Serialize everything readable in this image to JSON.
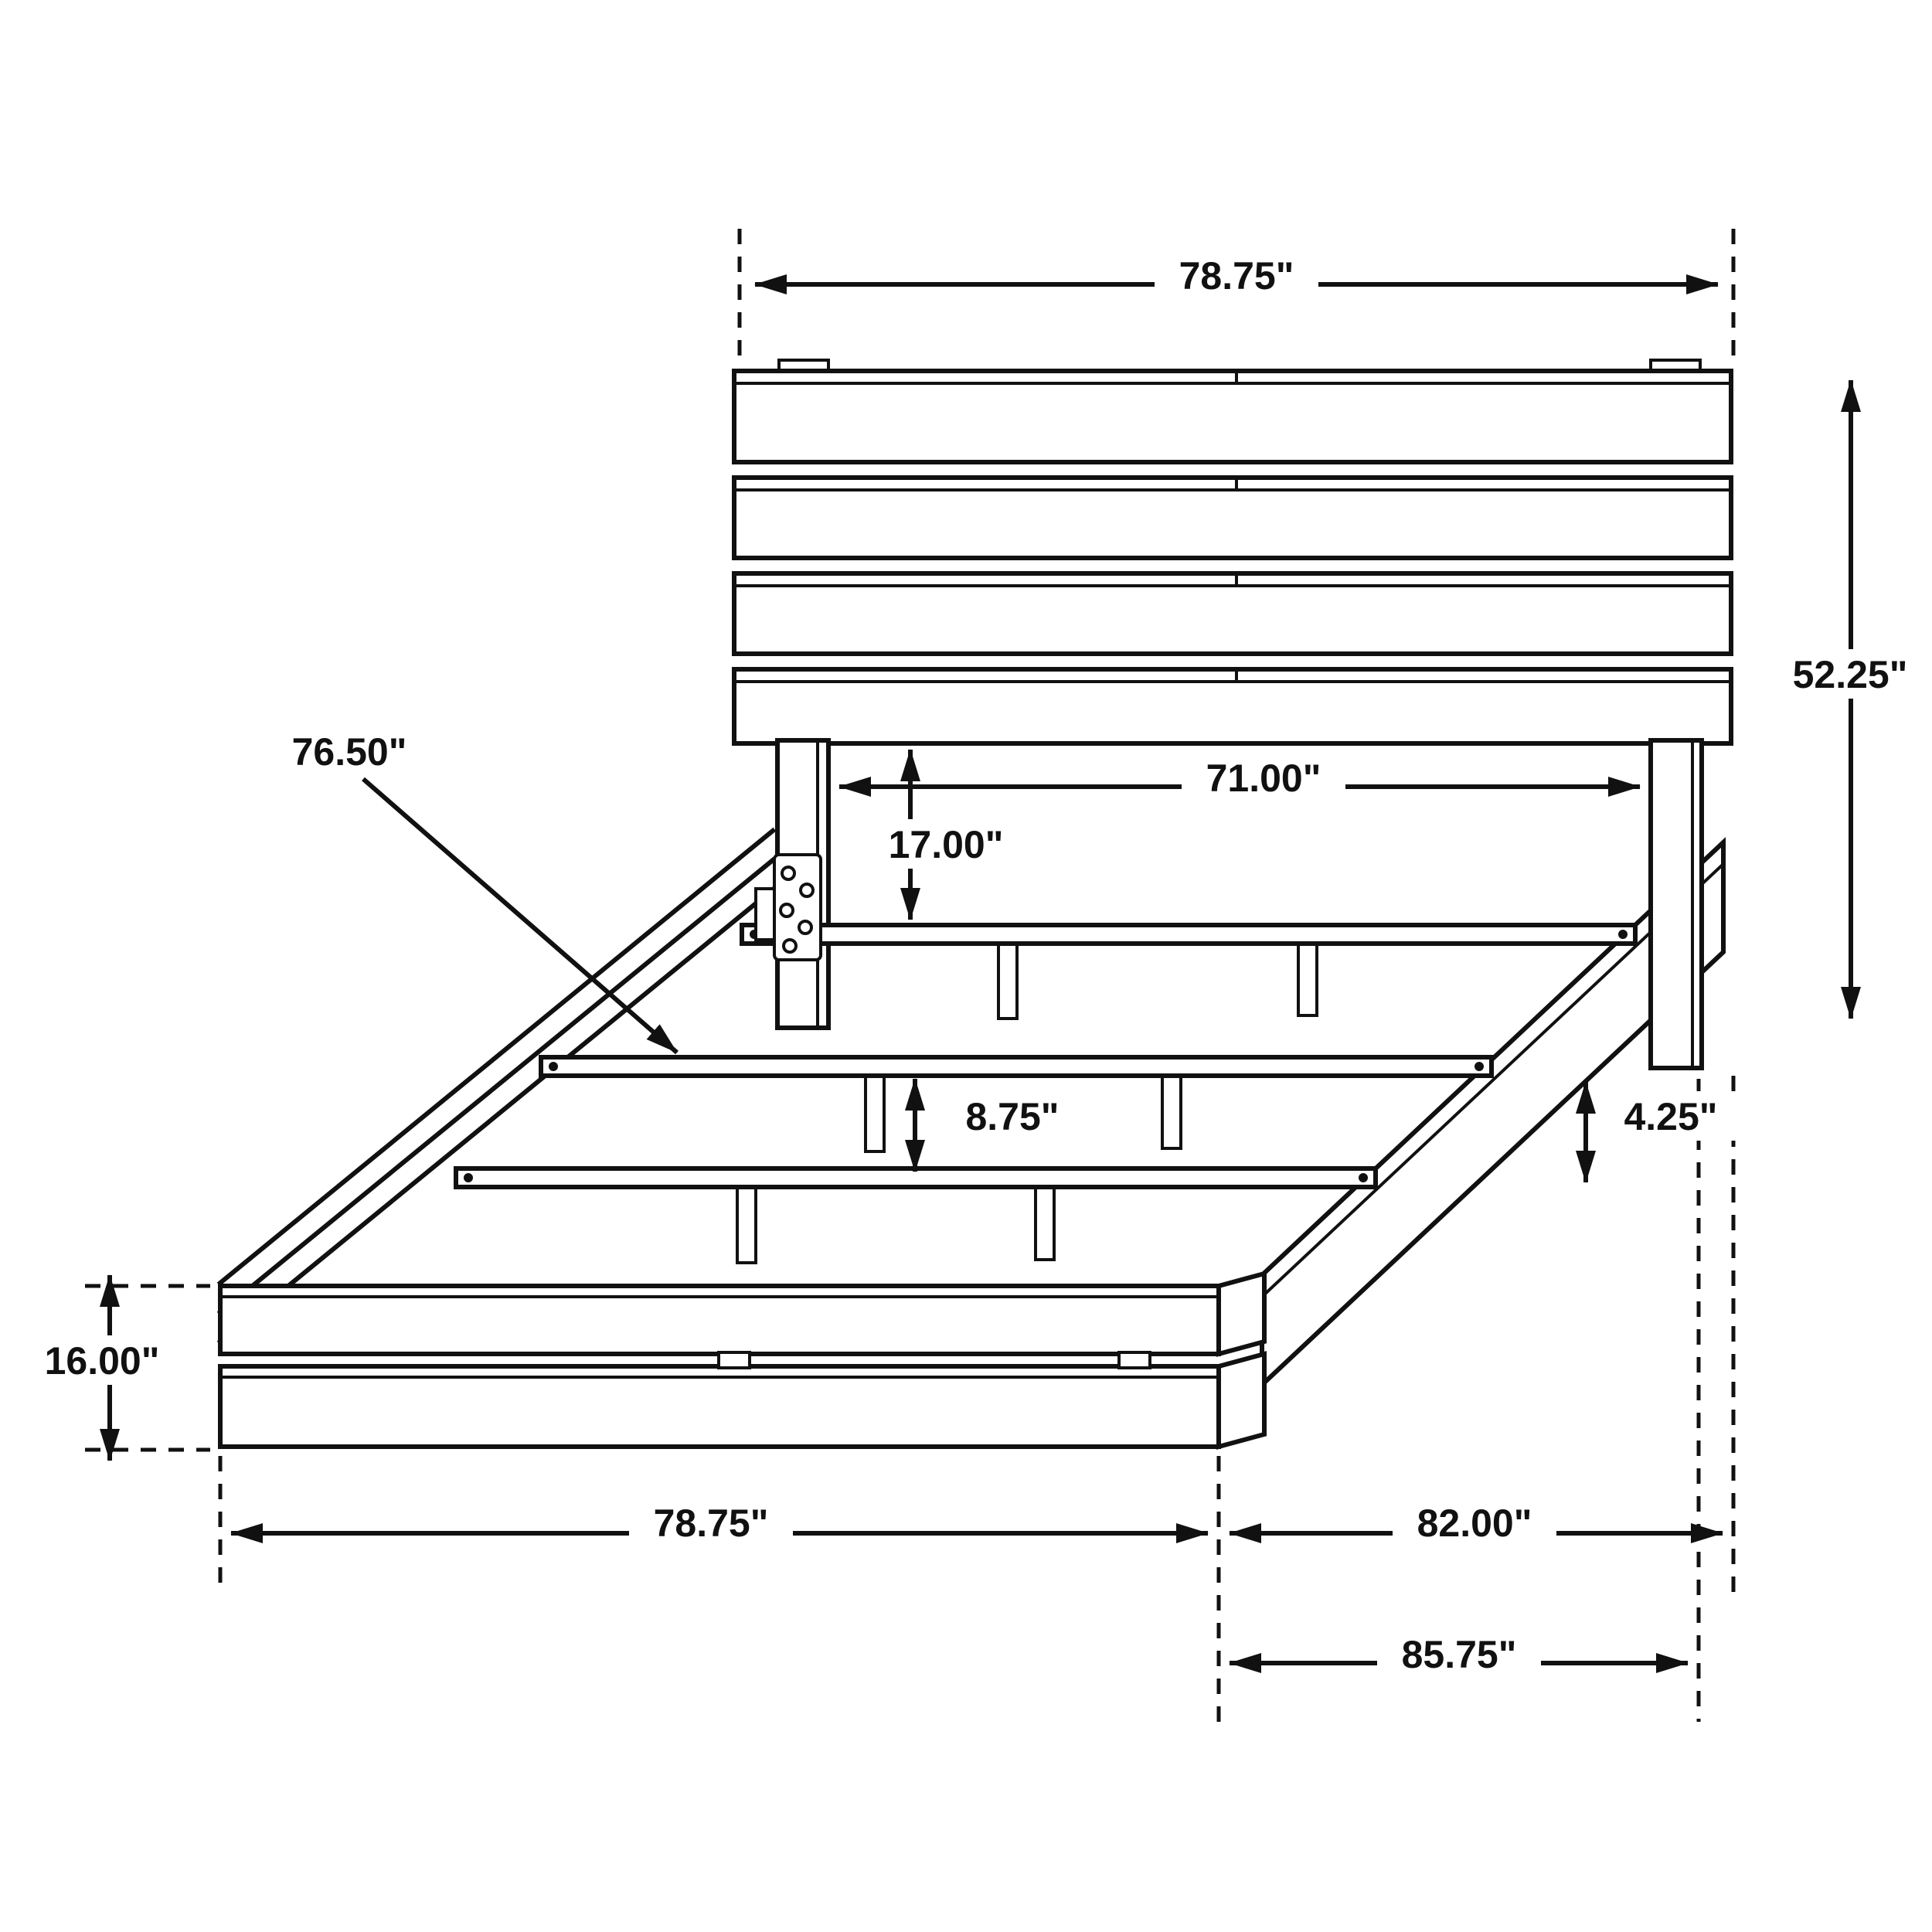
{
  "diagram": {
    "type": "furniture-dimension-diagram",
    "background_color": "#ffffff",
    "line_color": "#111111",
    "labels": {
      "headboard_width": "78.75\"",
      "headboard_height": "52.25\"",
      "slat_length": "76.50\"",
      "between_legs_width": "71.00\"",
      "headboard_to_slat": "17.00\"",
      "slat_support_height": "8.75\"",
      "side_rail_height": "4.25\"",
      "footboard_height": "16.00\"",
      "footboard_width": "78.75\"",
      "platform_length": "82.00\"",
      "overall_length": "85.75\""
    }
  }
}
